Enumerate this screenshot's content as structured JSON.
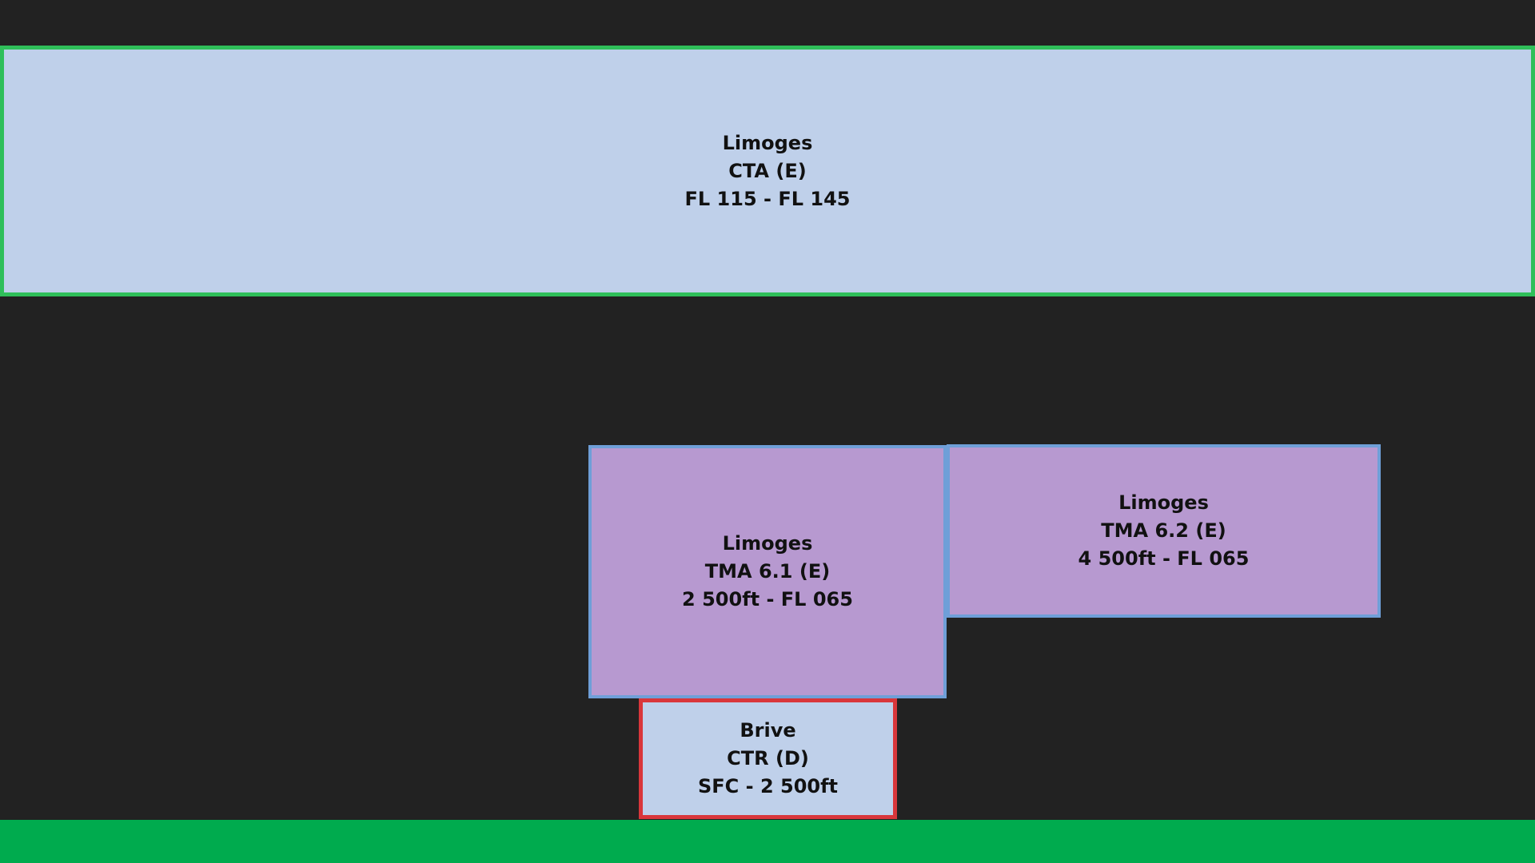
{
  "zones": [
    {
      "id": "cta",
      "name": "Limoges",
      "class_label": "CTA (E)",
      "limits": "FL 115 - FL 145",
      "fill": "#bfd0ea",
      "border": "#2fbf5a"
    },
    {
      "id": "tma61",
      "name": "Limoges",
      "class_label": "TMA 6.1 (E)",
      "limits": "2 500ft - FL 065",
      "fill": "#b799d0",
      "border": "#6f9fd8"
    },
    {
      "id": "tma62",
      "name": "Limoges",
      "class_label": "TMA 6.2 (E)",
      "limits": "4 500ft - FL 065",
      "fill": "#b799d0",
      "border": "#6f9fd8"
    },
    {
      "id": "ctr",
      "name": "Brive",
      "class_label": "CTR (D)",
      "limits": "SFC - 2 500ft",
      "fill": "#bfd0ea",
      "border": "#d9363b"
    }
  ],
  "colors": {
    "background": "#222222",
    "ground": "#00ab4e"
  }
}
